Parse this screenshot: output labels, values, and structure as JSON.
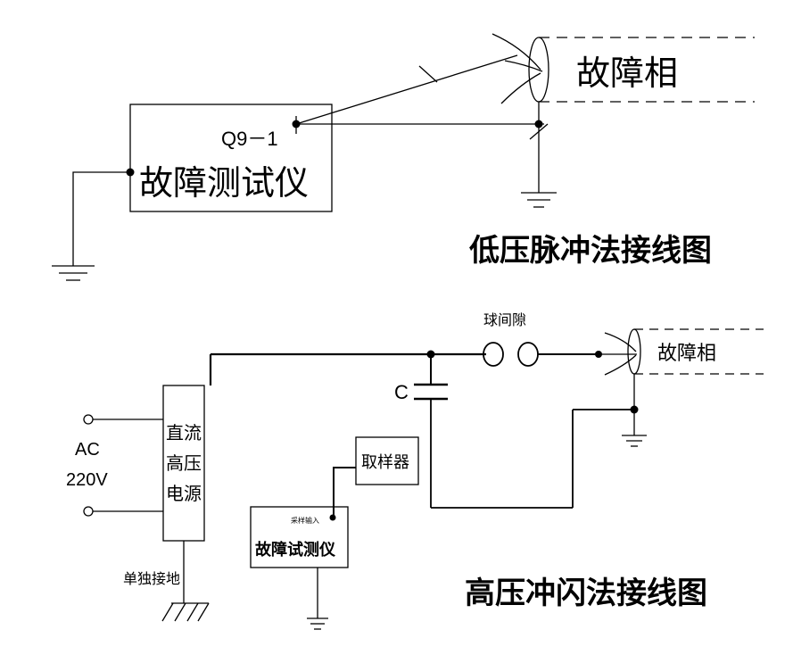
{
  "top_diagram": {
    "instrument_label": "故障测试仪",
    "port_label": "Q9－1",
    "cable_label": "故障相",
    "title": "低压脉冲法接线图"
  },
  "bottom_diagram": {
    "sphere_gap_label": "球间隙",
    "capacitor_label": "C",
    "cable_label": "故障相",
    "ac_label": "AC",
    "voltage_label": "220V",
    "power_supply_line1": "直流",
    "power_supply_line2": "高压",
    "power_supply_line3": "电源",
    "sampler_label": "取样器",
    "sampling_input_label": "采样输入",
    "instrument_label": "故障试测仪",
    "separate_ground_label": "单独接地",
    "title": "高压冲闪法接线图"
  }
}
